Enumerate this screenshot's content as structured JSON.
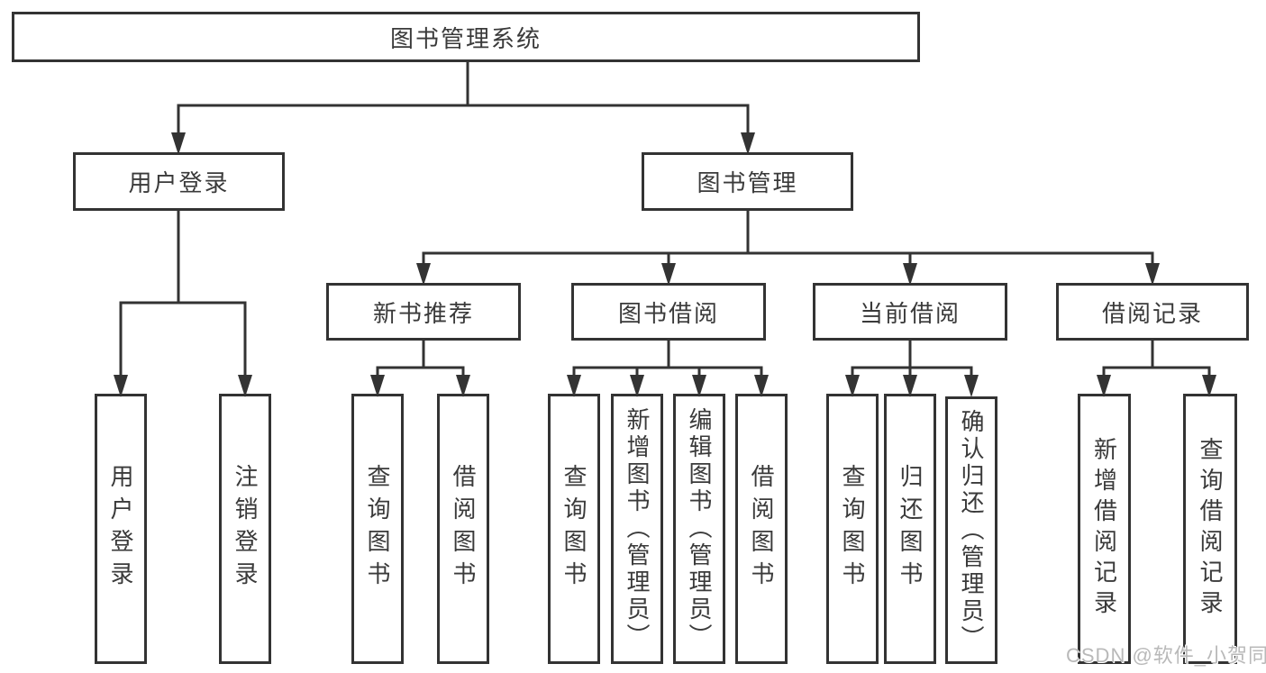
{
  "diagram": {
    "root": {
      "label": "图书管理系统"
    },
    "level2": [
      {
        "label": "用户登录",
        "parent": "图书管理系统"
      },
      {
        "label": "图书管理",
        "parent": "图书管理系统"
      }
    ],
    "level3": [
      {
        "label": "新书推荐",
        "parent": "图书管理"
      },
      {
        "label": "图书借阅",
        "parent": "图书管理"
      },
      {
        "label": "当前借阅",
        "parent": "图书管理"
      },
      {
        "label": "借阅记录",
        "parent": "图书管理"
      }
    ],
    "leaves": [
      {
        "label": "用户登录",
        "parent": "用户登录"
      },
      {
        "label": "注销登录",
        "parent": "用户登录"
      },
      {
        "label": "查询图书",
        "parent": "新书推荐"
      },
      {
        "label": "借阅图书",
        "parent": "新书推荐"
      },
      {
        "label": "查询图书",
        "parent": "图书借阅"
      },
      {
        "label": "新增图书（管理员）",
        "parent": "图书借阅"
      },
      {
        "label": "编辑图书（管理员）",
        "parent": "图书借阅"
      },
      {
        "label": "借阅图书",
        "parent": "图书借阅"
      },
      {
        "label": "查询图书",
        "parent": "当前借阅"
      },
      {
        "label": "归还图书",
        "parent": "当前借阅"
      },
      {
        "label": "确认归还（管理员）",
        "parent": "当前借阅"
      },
      {
        "label": "新增借阅记录",
        "parent": "借阅记录"
      },
      {
        "label": "查询借阅记录",
        "parent": "借阅记录"
      }
    ],
    "colors": {
      "line": "#333333",
      "text": "#3a3a3a",
      "box_background": "#ffffff"
    }
  },
  "watermark": {
    "text": "CSDN @软件_小贺同学",
    "color": "#b9b9b9"
  }
}
